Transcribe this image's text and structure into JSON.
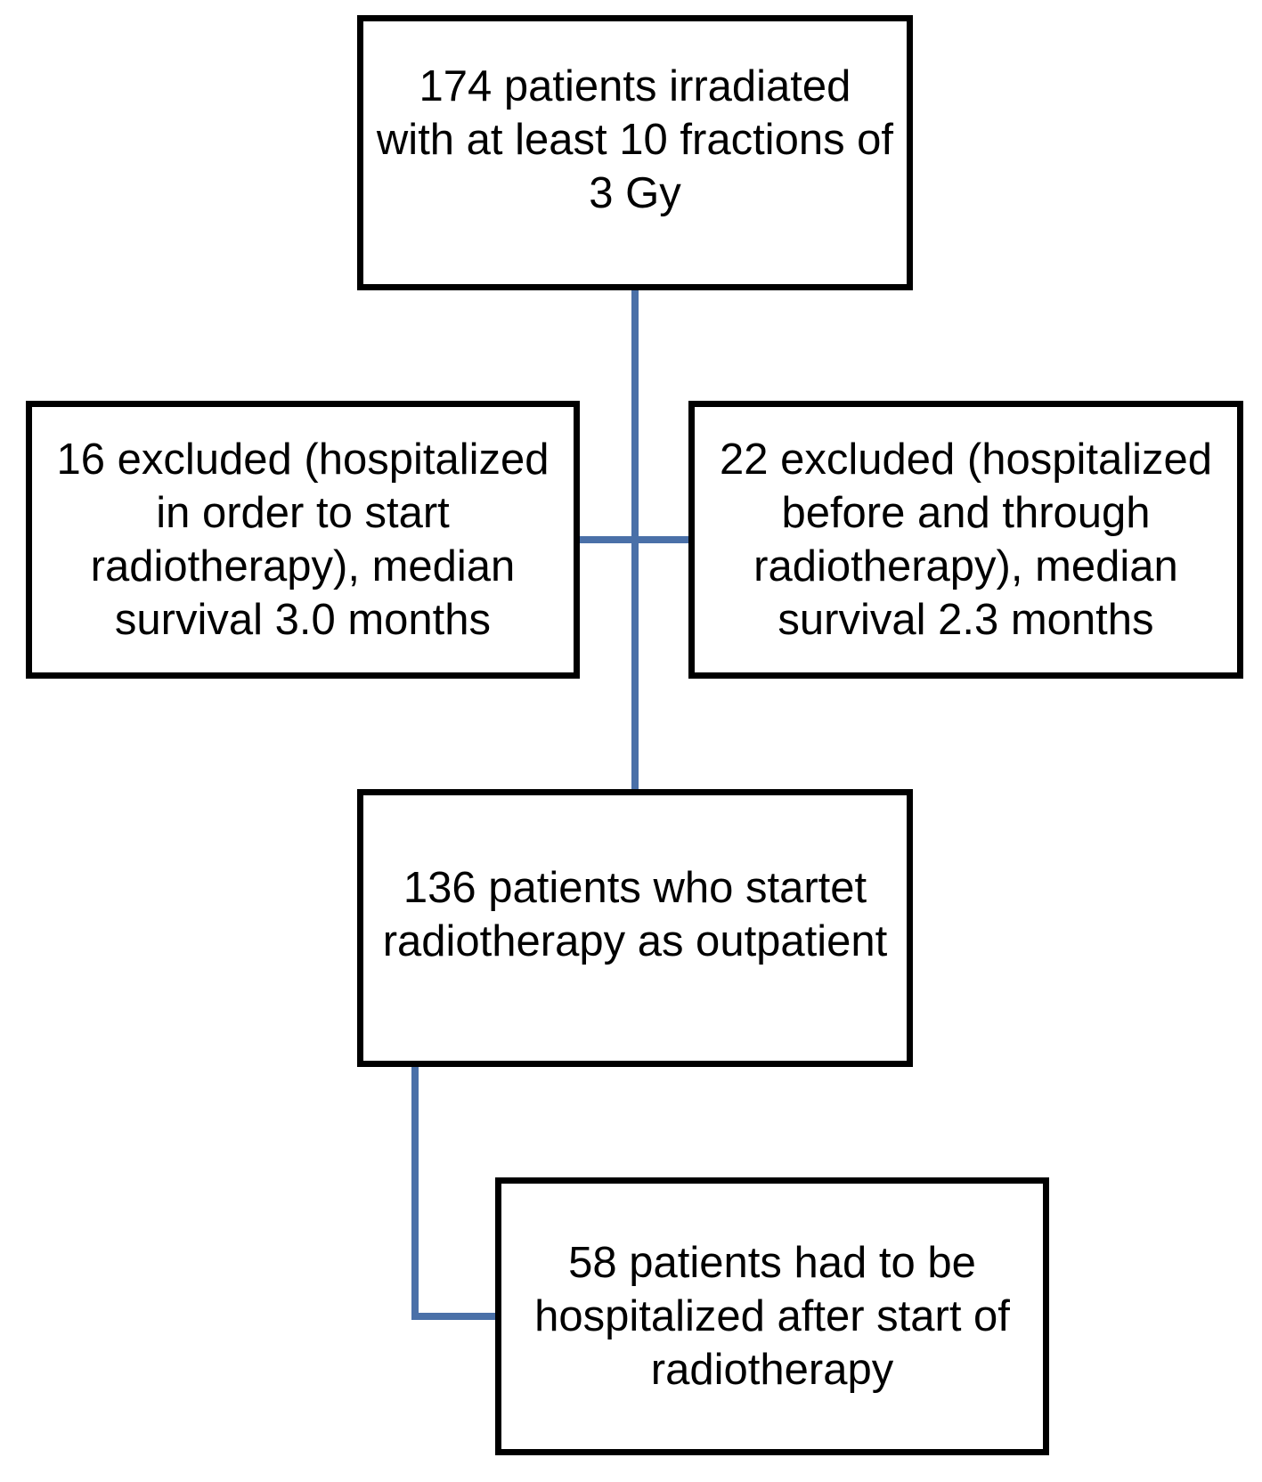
{
  "flowchart": {
    "boxes": {
      "total": "174 patients irradiated\nwith at least 10 fractions of\n3 Gy",
      "excluded_left": "16 excluded (hospitalized\nin order to start\nradiotherapy), median\nsurvival 3.0 months",
      "excluded_right": "22 excluded (hospitalized\nbefore and through\nradiotherapy), median\nsurvival 2.3 months",
      "outpatient": "136 patients who startet\nradiotherapy as outpatient",
      "hospitalized_after": "58 patients had to be\nhospitalized after start of\nradiotherapy"
    },
    "connector_color": "#4a70a8",
    "border_color": "#000000"
  }
}
